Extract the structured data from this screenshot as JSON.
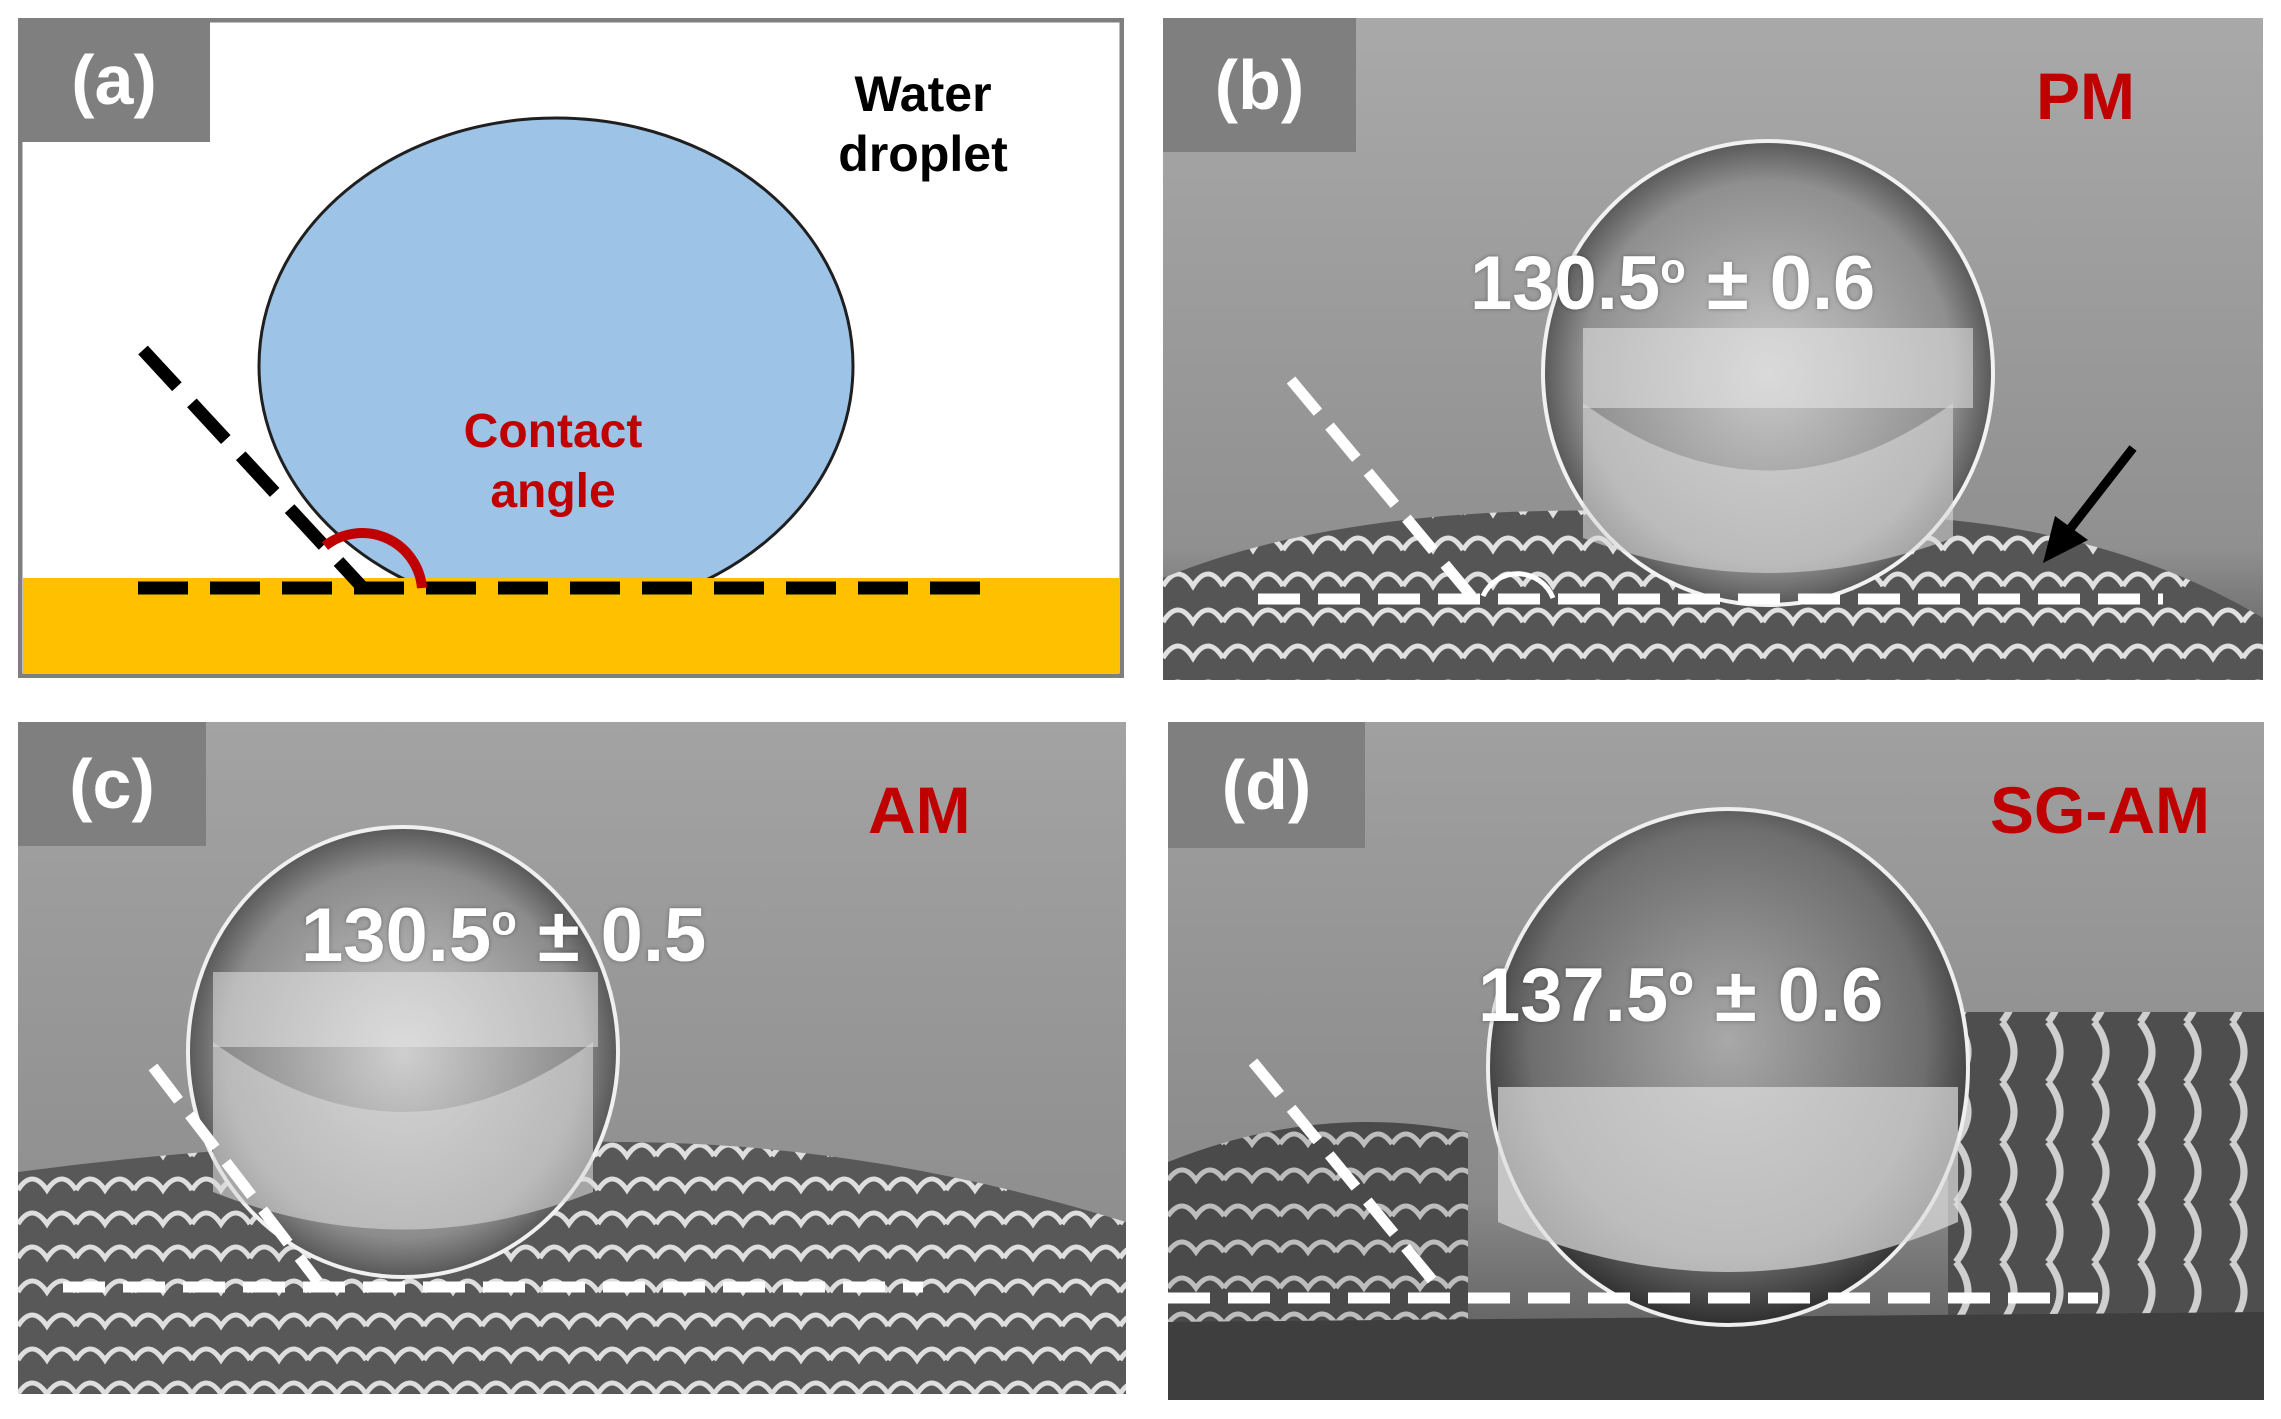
{
  "panel_a": {
    "tag": "(a)",
    "droplet_label": "Water\ndroplet",
    "angle_label": "Contact\nangle",
    "colors": {
      "droplet": "#9dc3e6",
      "substrate": "#ffc000",
      "arc": "#c00000"
    }
  },
  "panel_b": {
    "tag": "(b)",
    "sample": "PM",
    "angle_value": "130.5",
    "angle_unit": "o",
    "angle_error": "± 0.6"
  },
  "panel_c": {
    "tag": "(c)",
    "sample": "AM",
    "angle_value": "130.5",
    "angle_unit": "o",
    "angle_error": "± 0.5"
  },
  "panel_d": {
    "tag": "(d)",
    "sample": "SG-AM",
    "angle_value": "137.5",
    "angle_unit": "o",
    "angle_error": "± 0.6"
  }
}
